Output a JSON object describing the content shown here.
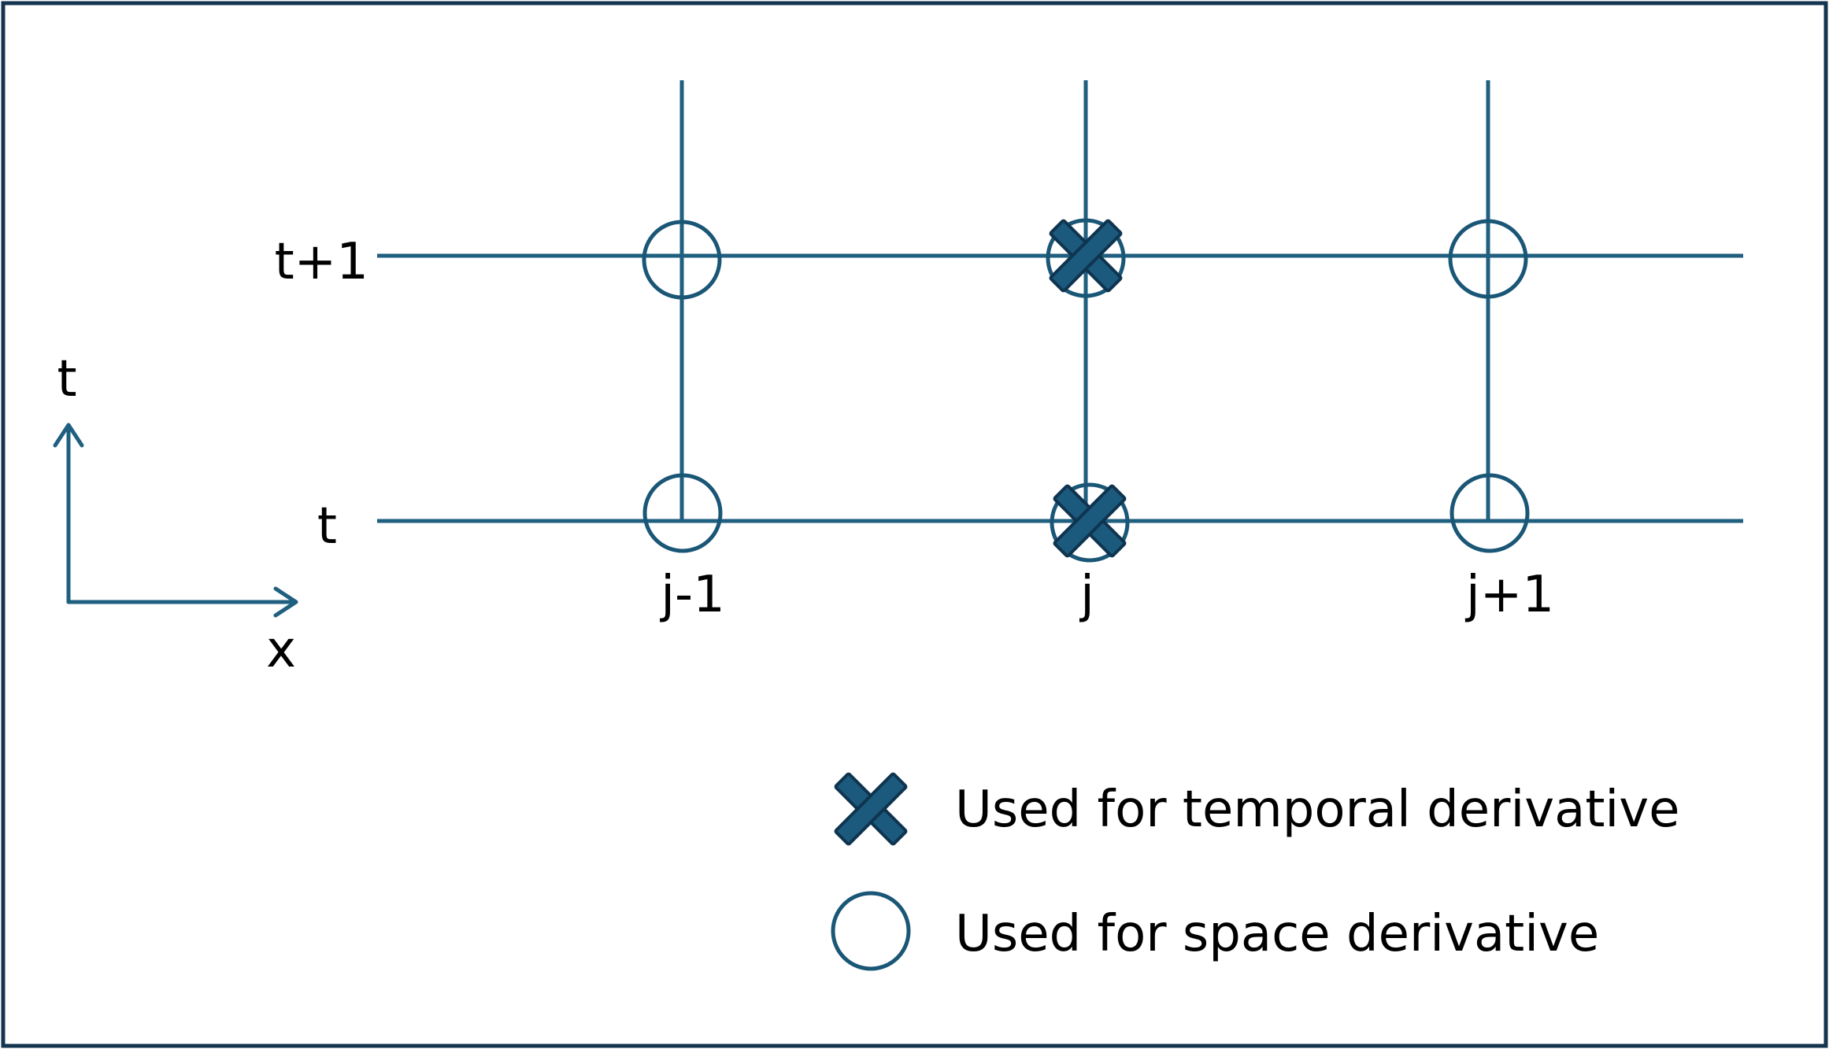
{
  "colors": {
    "line": "#1f5f7f",
    "border": "#14344f",
    "cross_fill": "#1b5a7d",
    "cross_edge": "#0f3450",
    "text": "#000000",
    "background": "#ffffff"
  },
  "rows": [
    {
      "label": "t+1"
    },
    {
      "label": "t"
    }
  ],
  "columns": [
    {
      "label": "j-1"
    },
    {
      "label": "j"
    },
    {
      "label": "j+1"
    }
  ],
  "axes": {
    "t_label": "t",
    "x_label": "x"
  },
  "legend": {
    "temporal": {
      "icon": "cross-marker",
      "label": "Used for temporal derivative"
    },
    "space": {
      "icon": "circle-marker",
      "label": "Used for space derivative"
    }
  }
}
